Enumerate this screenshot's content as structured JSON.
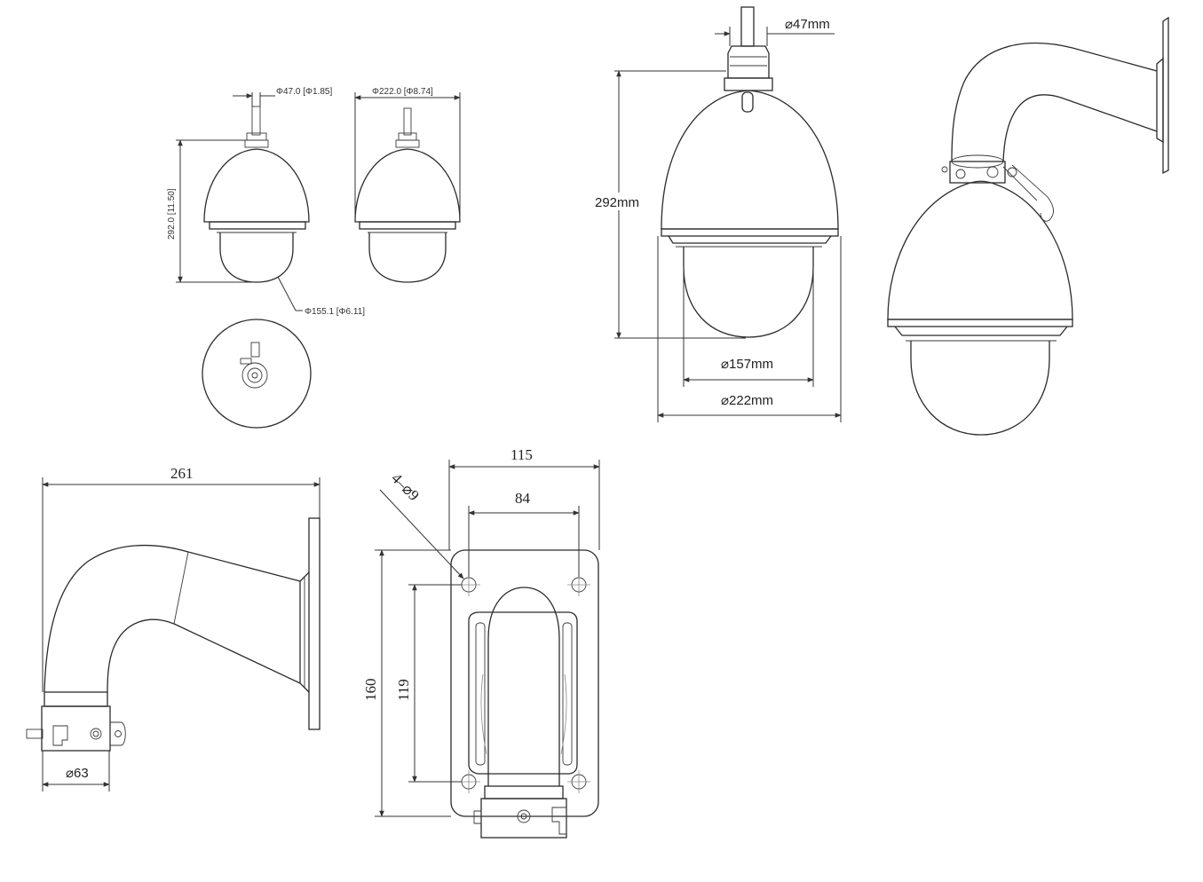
{
  "figure_a": {
    "cable_diameter": "Φ47.0 [Φ1.85]",
    "housing_diameter": "Φ222.0 [Φ8.74]",
    "height": "292.0 [11.50]",
    "dome_diameter": "Φ155.1 [Φ6.11]"
  },
  "figure_b": {
    "cable_diameter": "⌀47mm",
    "height": "292mm",
    "dome_diameter": "⌀157mm",
    "housing_diameter": "⌀222mm"
  },
  "bracket_side": {
    "length": "261",
    "mount_diameter": "⌀63"
  },
  "bracket_plate": {
    "width": "115",
    "hole_spacing_x": "84",
    "height": "160",
    "hole_spacing_y": "119",
    "holes": "4–⌀9"
  }
}
